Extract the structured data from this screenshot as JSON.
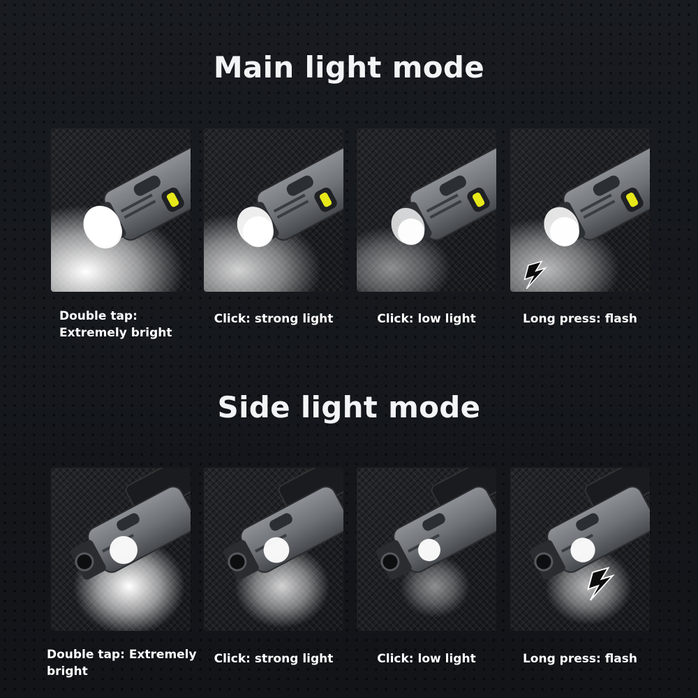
{
  "sections": [
    {
      "title": "Main light mode",
      "modes": [
        {
          "label": "Double tap: Extremely bright",
          "brightness": 1.0,
          "flash": false
        },
        {
          "label": "Click: strong light",
          "brightness": 0.8,
          "flash": false
        },
        {
          "label": "Click: low light",
          "brightness": 0.5,
          "flash": false
        },
        {
          "label": "Long press: flash",
          "brightness": 0.7,
          "flash": true
        }
      ]
    },
    {
      "title": "Side light mode",
      "modes": [
        {
          "label": "Double tap: Extremely bright",
          "brightness": 1.0,
          "flash": false
        },
        {
          "label": "Click: strong light",
          "brightness": 0.8,
          "flash": false
        },
        {
          "label": "Click: low light",
          "brightness": 0.5,
          "flash": false
        },
        {
          "label": "Long press: flash",
          "brightness": 0.7,
          "flash": true
        }
      ]
    }
  ],
  "colors": {
    "background": "#15181d",
    "body_metal": "#6f7378",
    "beam": "#ffffff",
    "cob_yellow": "#e6e81a"
  },
  "icons": [
    "flashlight-icon",
    "lightning-icon"
  ]
}
